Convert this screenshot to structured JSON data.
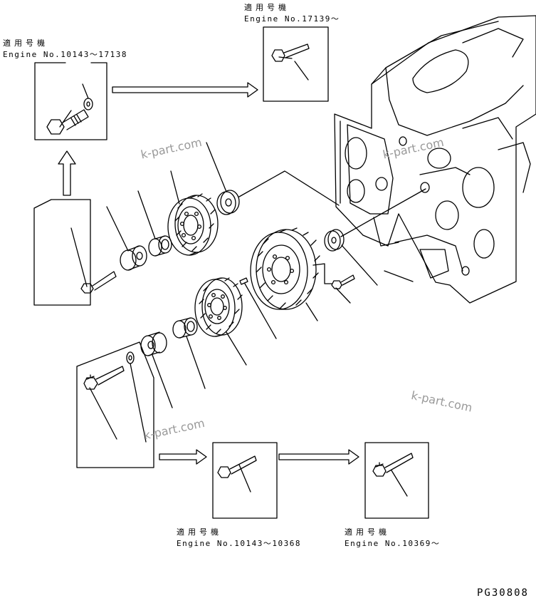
{
  "labels": {
    "top_right_jp": "適用号機",
    "top_right_engine": "Engine No.17139～",
    "top_left_jp": "適用号機",
    "top_left_engine": "Engine No.10143～17138",
    "bottom_mid_jp": "適用号機",
    "bottom_mid_engine": "Engine No.10143～10368",
    "bottom_right_jp": "適用号機",
    "bottom_right_engine": "Engine No.10369～"
  },
  "watermark": "k-part.com",
  "figure_code": "PG30808"
}
